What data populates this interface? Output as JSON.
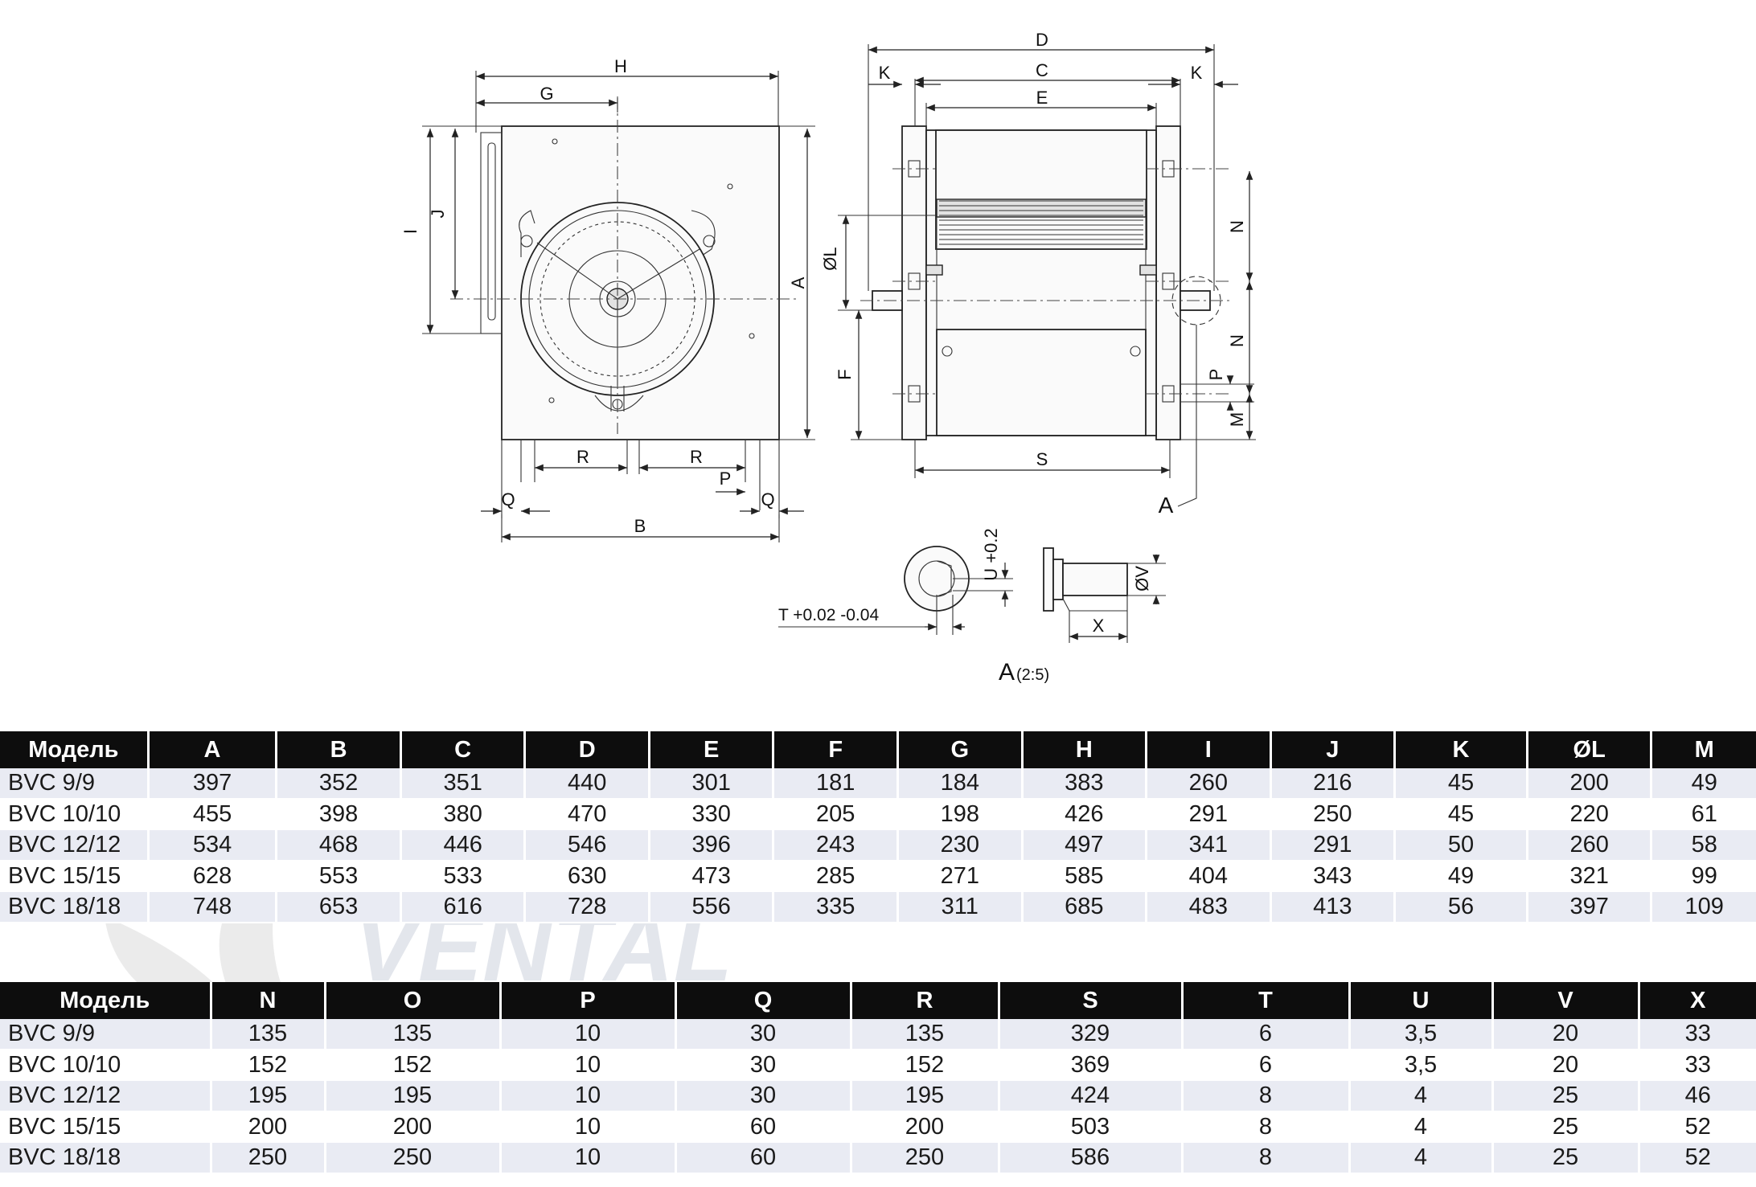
{
  "drawing": {
    "labels": {
      "H": "H",
      "G": "G",
      "I": "I",
      "J": "J",
      "A": "A",
      "R": "R",
      "P": "P",
      "Q": "Q",
      "B": "B",
      "D": "D",
      "K": "K",
      "C": "C",
      "E": "E",
      "N": "N",
      "L": "ØL",
      "F": "F",
      "M": "M",
      "S": "S",
      "A_callout": "A",
      "U": "U +0.2",
      "V": "ØV",
      "X": "X",
      "T": "T +0.02 -0.04",
      "detail": "A",
      "detail_scale": "(2:5)"
    }
  },
  "table1": {
    "headers": [
      "Модель",
      "A",
      "B",
      "C",
      "D",
      "E",
      "F",
      "G",
      "H",
      "I",
      "J",
      "K",
      "ØL",
      "M"
    ],
    "rows": [
      [
        "BVC 9/9",
        "397",
        "352",
        "351",
        "440",
        "301",
        "181",
        "184",
        "383",
        "260",
        "216",
        "45",
        "200",
        "49"
      ],
      [
        "BVC 10/10",
        "455",
        "398",
        "380",
        "470",
        "330",
        "205",
        "198",
        "426",
        "291",
        "250",
        "45",
        "220",
        "61"
      ],
      [
        "BVC 12/12",
        "534",
        "468",
        "446",
        "546",
        "396",
        "243",
        "230",
        "497",
        "341",
        "291",
        "50",
        "260",
        "58"
      ],
      [
        "BVC 15/15",
        "628",
        "553",
        "533",
        "630",
        "473",
        "285",
        "271",
        "585",
        "404",
        "343",
        "49",
        "321",
        "99"
      ],
      [
        "BVC 18/18",
        "748",
        "653",
        "616",
        "728",
        "556",
        "335",
        "311",
        "685",
        "483",
        "413",
        "56",
        "397",
        "109"
      ]
    ]
  },
  "table2": {
    "headers": [
      "Модель",
      "N",
      "O",
      "P",
      "Q",
      "R",
      "S",
      "T",
      "U",
      "V",
      "X"
    ],
    "rows": [
      [
        "BVC 9/9",
        "135",
        "135",
        "10",
        "30",
        "135",
        "329",
        "6",
        "3,5",
        "20",
        "33"
      ],
      [
        "BVC 10/10",
        "152",
        "152",
        "10",
        "30",
        "152",
        "369",
        "6",
        "3,5",
        "20",
        "33"
      ],
      [
        "BVC 12/12",
        "195",
        "195",
        "10",
        "30",
        "195",
        "424",
        "8",
        "4",
        "25",
        "46"
      ],
      [
        "BVC 15/15",
        "200",
        "200",
        "10",
        "60",
        "200",
        "503",
        "8",
        "4",
        "25",
        "52"
      ],
      [
        "BVC 18/18",
        "250",
        "250",
        "10",
        "60",
        "250",
        "586",
        "8",
        "4",
        "25",
        "52"
      ]
    ]
  },
  "watermark": {
    "text": "VENTAL"
  }
}
